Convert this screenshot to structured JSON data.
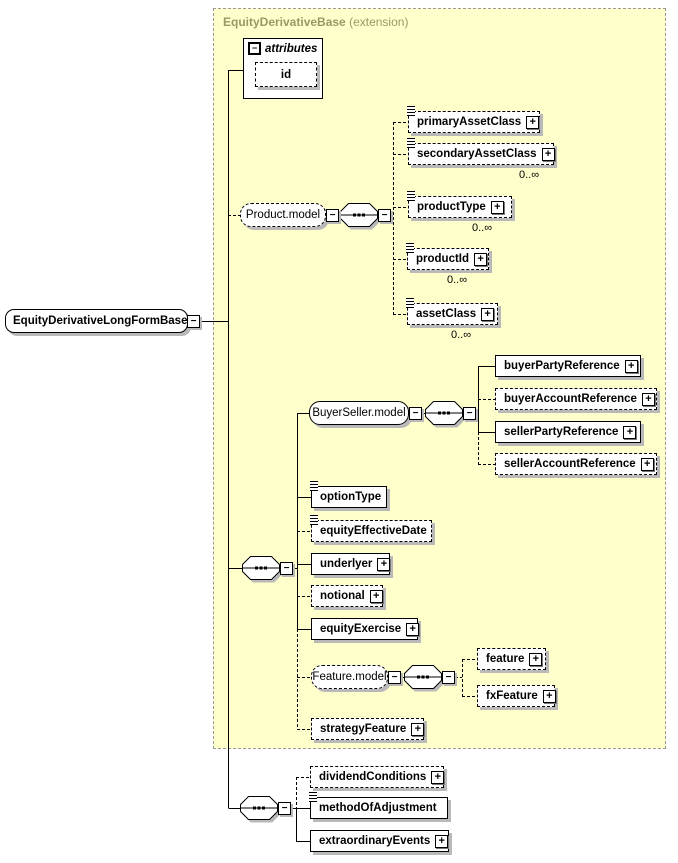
{
  "header": {
    "name": "EquityDerivativeBase",
    "qualifier": "(extension)"
  },
  "root": {
    "label": "EquityDerivativeLongFormBase"
  },
  "attributes": {
    "title": "attributes",
    "id_label": "id"
  },
  "icons": {
    "collapse": "−",
    "expand": "+"
  },
  "colors": {
    "container_fill": "#ffffcc",
    "container_border": "#9a9a9a",
    "header_text": "#999966",
    "shadow": "#b9b9b9",
    "box_border": "#000000"
  },
  "nodes": {
    "productModel": {
      "label": "Product.model"
    },
    "primaryAssetClass": {
      "label": "primaryAssetClass"
    },
    "secondaryAssetClass": {
      "label": "secondaryAssetClass",
      "cardinality": "0..∞"
    },
    "productType": {
      "label": "productType",
      "cardinality": "0..∞"
    },
    "productId": {
      "label": "productId",
      "cardinality": "0..∞"
    },
    "assetClass": {
      "label": "assetClass",
      "cardinality": "0..∞"
    },
    "buyerSellerModel": {
      "label": "BuyerSeller.model"
    },
    "buyerPartyReference": {
      "label": "buyerPartyReference"
    },
    "buyerAccountReference": {
      "label": "buyerAccountReference"
    },
    "sellerPartyReference": {
      "label": "sellerPartyReference"
    },
    "sellerAccountReference": {
      "label": "sellerAccountReference"
    },
    "optionType": {
      "label": "optionType"
    },
    "equityEffectiveDate": {
      "label": "equityEffectiveDate"
    },
    "underlyer": {
      "label": "underlyer"
    },
    "notional": {
      "label": "notional"
    },
    "equityExercise": {
      "label": "equityExercise"
    },
    "featureModel": {
      "label": "Feature.model"
    },
    "feature": {
      "label": "feature"
    },
    "fxFeature": {
      "label": "fxFeature"
    },
    "strategyFeature": {
      "label": "strategyFeature"
    },
    "dividendConditions": {
      "label": "dividendConditions"
    },
    "methodOfAdjustment": {
      "label": "methodOfAdjustment"
    },
    "extraordinaryEvents": {
      "label": "extraordinaryEvents"
    }
  }
}
